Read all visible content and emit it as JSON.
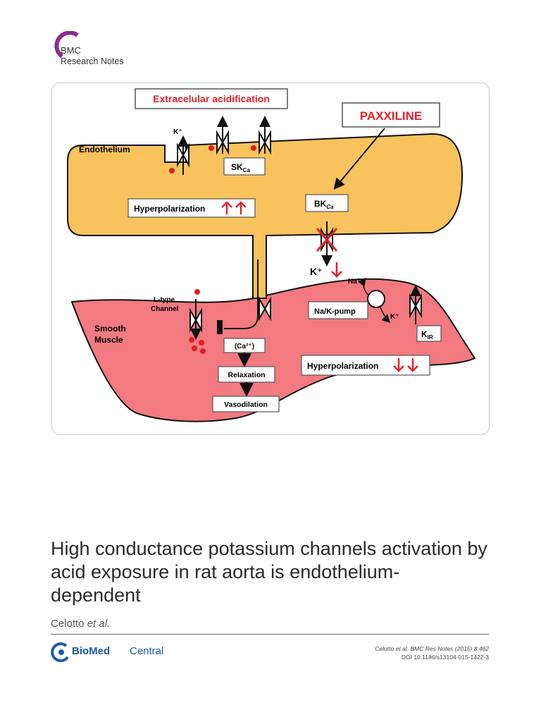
{
  "journal": {
    "line1": "BMC",
    "line2": "Research Notes",
    "accent": "#8b2c8e"
  },
  "figure": {
    "acidification": "Extracelular acidification",
    "paxxiline": "PAXXILINE",
    "endothelium": "Endothelium",
    "k_top": "K⁺",
    "skca": "SK",
    "skca_sub": "Ca",
    "bkca": "BK",
    "bkca_sub": "Ca",
    "hyper_endo": "Hyperpolarization",
    "k_efflux": "K⁺",
    "na": "Na⁺",
    "nak_pump": "Na/K-pump",
    "k_pump": "K⁺",
    "kir": "K",
    "kir_sub": "IR",
    "ltype_line1": "L-type",
    "ltype_line2": "Channel",
    "smooth_line1": "Smooth",
    "smooth_line2": "Muscle",
    "ca": "(Ca²⁺)",
    "relaxation": "Relaxation",
    "vasodilation": "Vasodilation",
    "hyper_smooth": "Hyperpolarization",
    "colors": {
      "endothelium": "#f8c35c",
      "smooth_muscle": "#f27a80",
      "emphasis": "#e8202a",
      "dot": "#e31b23"
    }
  },
  "article": {
    "title": "High conductance potassium channels activation by acid exposure in rat aorta is endothelium-dependent",
    "authors": "Celotto",
    "et_al": "et al."
  },
  "publisher": {
    "part1": "BioMed",
    "part2": "Central",
    "color": "#1f5aa6"
  },
  "citation": {
    "authors": "Celotto",
    "et_al": "et al.",
    "journal": "BMC Res Notes",
    "year_vol": "(2015) 8:462",
    "doi": "DOI 10.1186/s13104-015-1422-3"
  }
}
